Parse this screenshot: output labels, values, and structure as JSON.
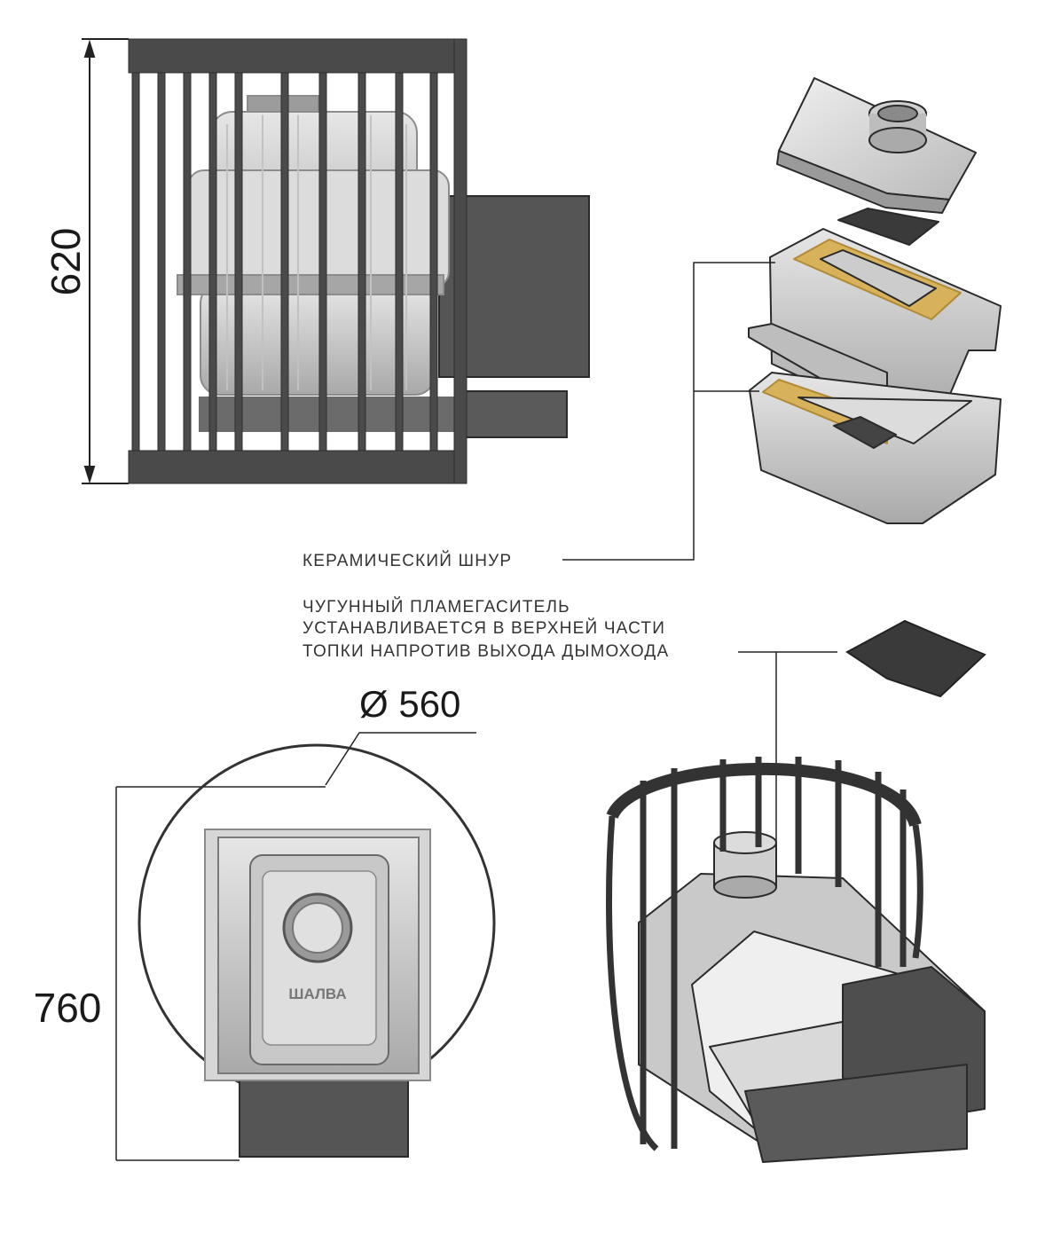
{
  "dimensions": {
    "height_top_view": "620",
    "diameter": "Ø 560",
    "height_front_view": "760"
  },
  "labels": {
    "ceramic_cord": "КЕРАМИЧЕСКИЙ ШНУР",
    "flame_arrester": [
      "ЧУГУННЫЙ ПЛАМЕГАСИТЕЛЬ",
      "УСТАНАВЛИВАЕТСЯ В ВЕРХНЕЙ ЧАСТИ",
      "ТОПКИ НАПРОТИВ ВЫХОДА ДЫМОХОДА"
    ]
  },
  "door_badge": "ШАЛВА",
  "colors": {
    "steel": "#4a4a4a",
    "cast_iron": "#cfcfcf",
    "cord": "#d8b25a",
    "line": "#222222"
  }
}
